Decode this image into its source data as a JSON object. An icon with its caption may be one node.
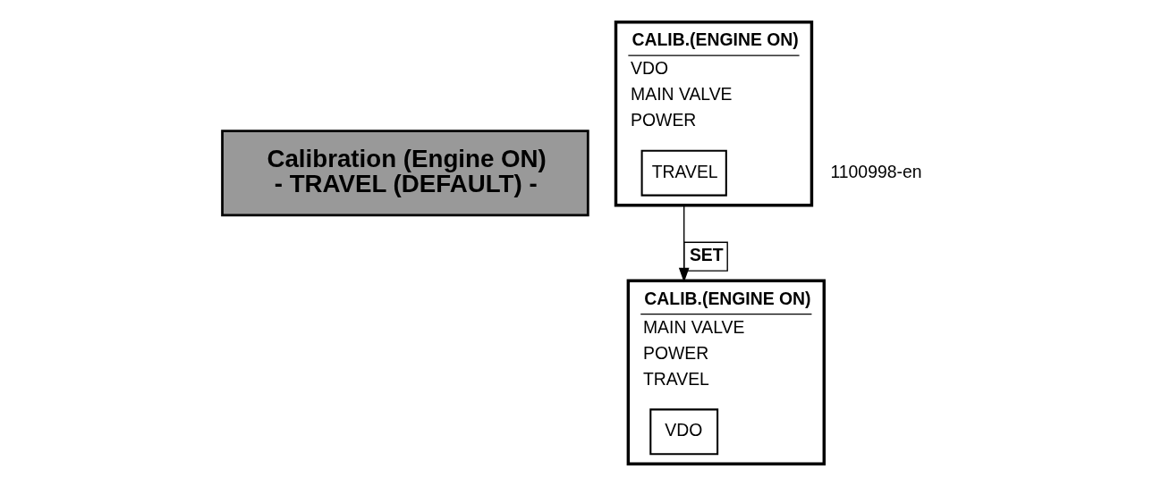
{
  "diagram": {
    "nodes": [
      {
        "text": [
          "Calibration (Engine ON)",
          "- TRAVEL (DEFAULT) -"
        ]
      },
      {
        "text": [
          "CALIB.(ENGINE ON)",
          "VDO",
          "MAIN VALVE",
          "POWER"
        ]
      },
      {
        "text": [
          "TRAVEL"
        ],
        "in": 1
      },
      {
        "text": [
          "CALIB.(ENGINE ON)",
          "MAIN VALVE",
          "POWER",
          "TRAVEL"
        ]
      },
      {
        "text": [
          "VDO"
        ],
        "in": 3
      }
    ],
    "edges": [
      {
        "from": 1,
        "to": 3,
        "arrow": "to",
        "label": "SET"
      }
    ],
    "labels": [
      "1100998-en"
    ]
  }
}
